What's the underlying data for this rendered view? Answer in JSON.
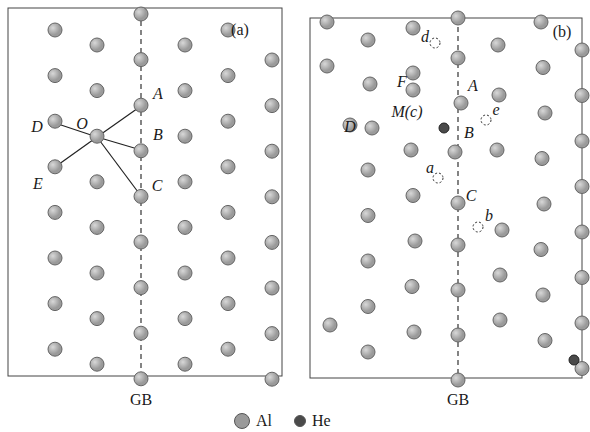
{
  "diagram": {
    "labels": [
      "(a)",
      "A",
      "B",
      "C",
      "D",
      "O",
      "E",
      "GB",
      "(b)",
      "d",
      "F",
      "M(c)",
      "A",
      "e",
      "B",
      "D",
      "a",
      "C",
      "b",
      "GB"
    ],
    "legend": [
      {
        "text": "Al",
        "color": "#9a9a9a"
      },
      {
        "text": "He",
        "color": "#4a4a4a"
      }
    ]
  }
}
